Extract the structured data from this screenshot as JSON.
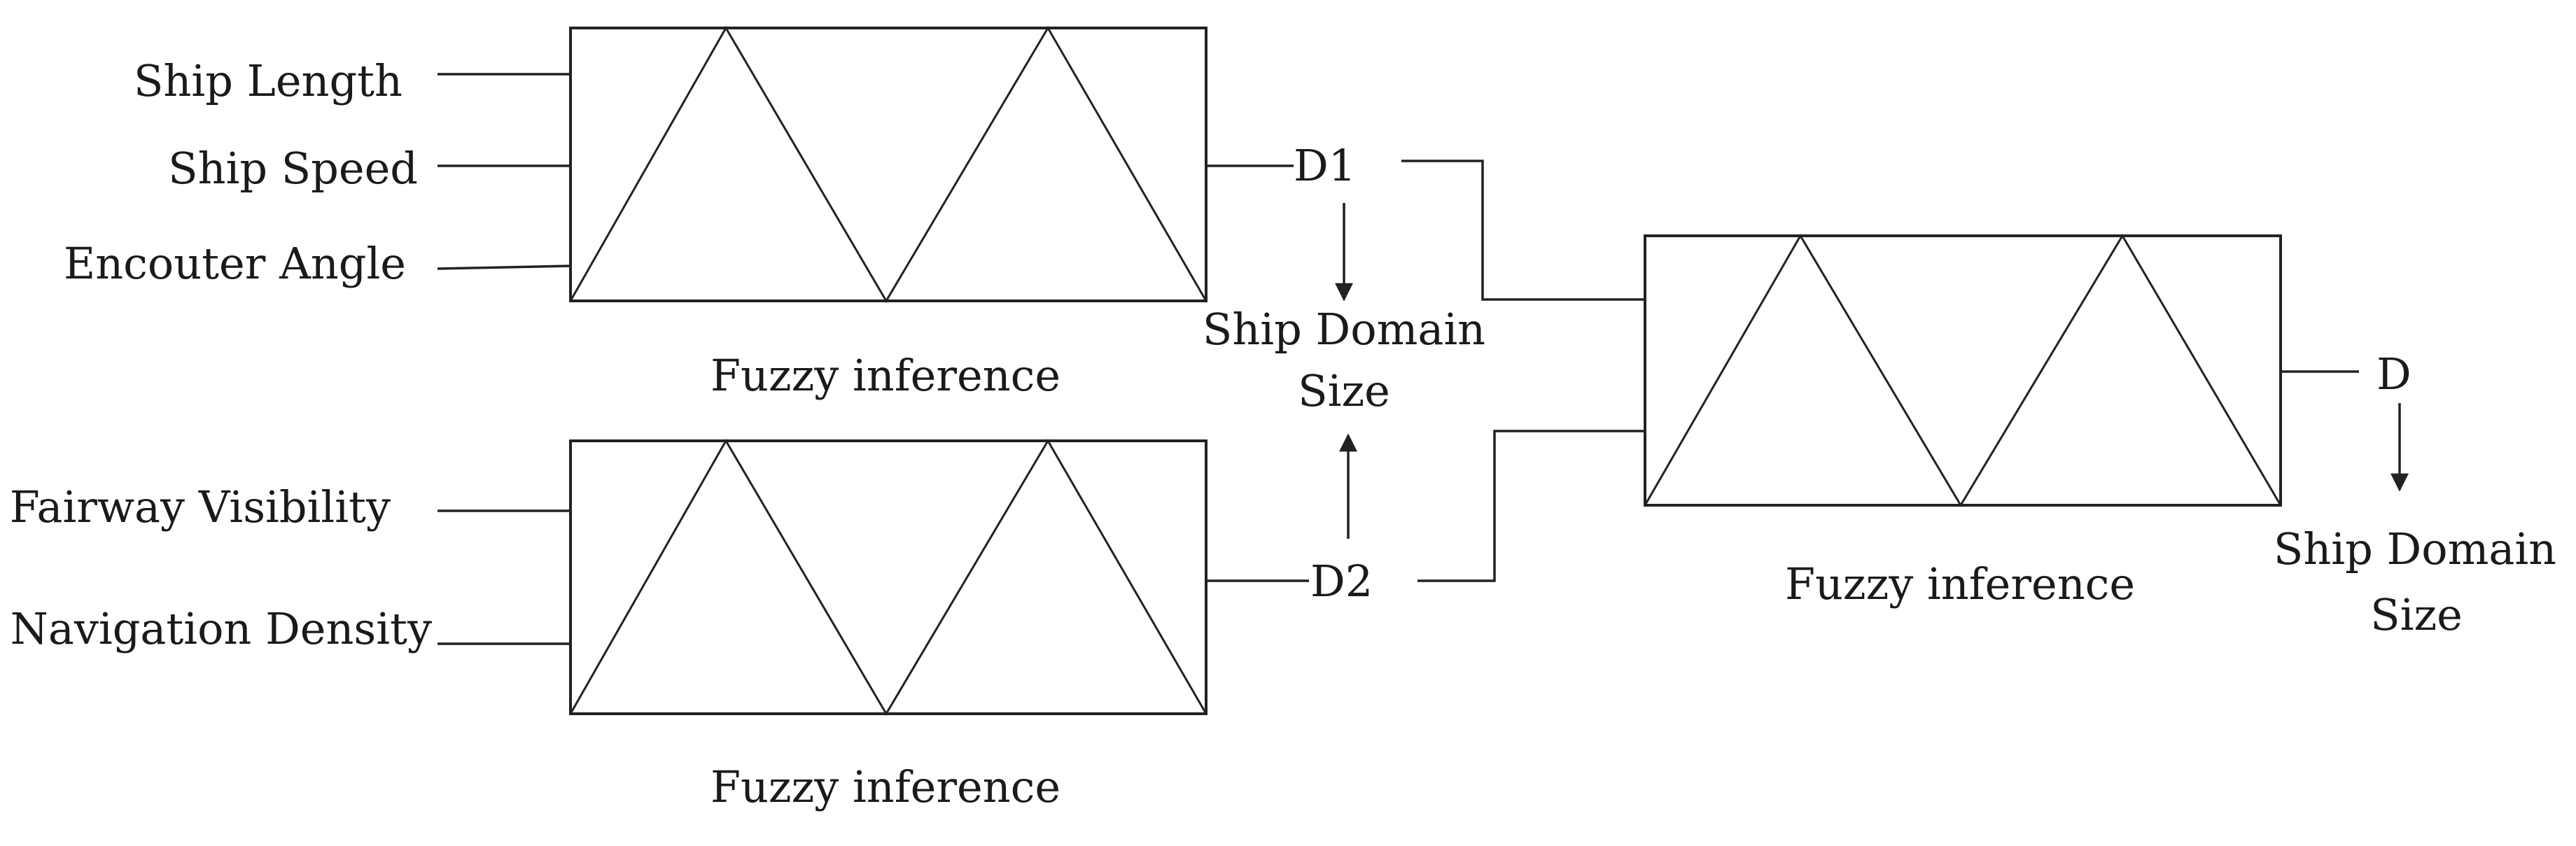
{
  "inputs": {
    "ship_length": "Ship Length",
    "ship_speed": "Ship Speed",
    "encounter_angle": "Encouter Angle",
    "fairway_visibility": "Fairway Visibility",
    "navigation_density": "Navigation Density"
  },
  "blocks": {
    "fuzzy_top": "Fuzzy inference",
    "fuzzy_bottom": "Fuzzy inference",
    "fuzzy_right": "Fuzzy inference"
  },
  "outputs": {
    "d1": "D1",
    "d2": "D2",
    "d": "D"
  },
  "center_result": {
    "line1": "Ship Domain",
    "line2": "Size"
  },
  "final_result": {
    "line1": "Ship Domain",
    "line2": "Size"
  }
}
